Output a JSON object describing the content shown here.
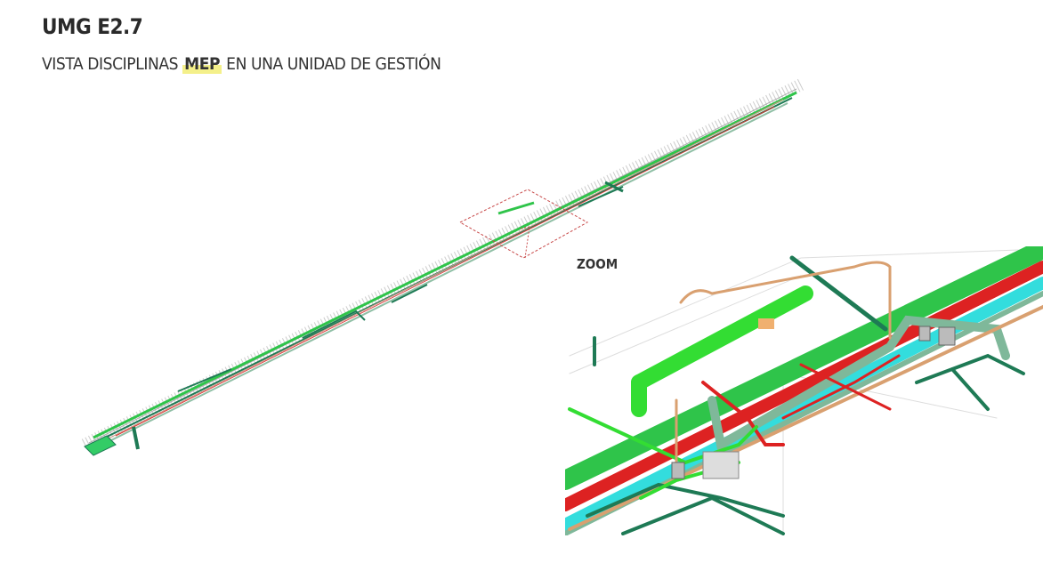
{
  "header": {
    "title": "UMG E2.7",
    "subtitle_before": "VISTA DISCIPLINAS ",
    "subtitle_highlight": "MEP",
    "subtitle_after": " EN UNA UNIDAD DE GESTIÓN"
  },
  "zoom_panel": {
    "label": "ZOOM"
  },
  "colors": {
    "duct_green": "#33dd33",
    "red_pipe": "#dd2222",
    "cyan_pipe": "#33dddd",
    "dark_green": "#1e7a55",
    "copper": "#d9a070",
    "tray": "#7fb89a",
    "highlight": "#f4f08a",
    "zoom_box": "#c84a4a"
  }
}
